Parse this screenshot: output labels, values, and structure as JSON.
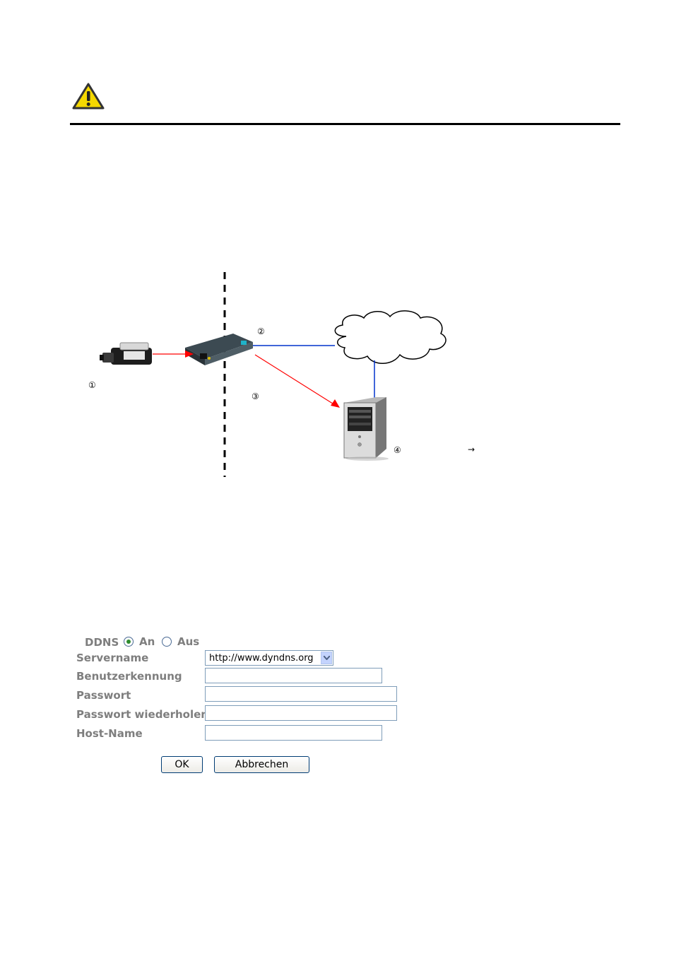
{
  "header": {
    "icon": "warning-icon"
  },
  "diagram": {
    "labels": {
      "camera": "①",
      "router": "②",
      "arrow_router_pc": "③",
      "pc": "④",
      "pc_arrow": "→"
    },
    "colors": {
      "data_flow": "#ff0000",
      "internet_link": "#0033cc"
    }
  },
  "ddns_form": {
    "ddns_label": "DDNS",
    "options": {
      "on": "An",
      "off": "Aus",
      "selected": "An"
    },
    "servername": {
      "label": "Servername",
      "value": "http://www.dyndns.org"
    },
    "user": {
      "label": "Benutzerkennung",
      "value": ""
    },
    "password": {
      "label": "Passwort",
      "value": ""
    },
    "password_repeat": {
      "label": "Passwort wiederholen",
      "value": ""
    },
    "hostname": {
      "label": "Host-Name",
      "value": ""
    },
    "ok_label": "OK",
    "cancel_label": "Abbrechen"
  }
}
